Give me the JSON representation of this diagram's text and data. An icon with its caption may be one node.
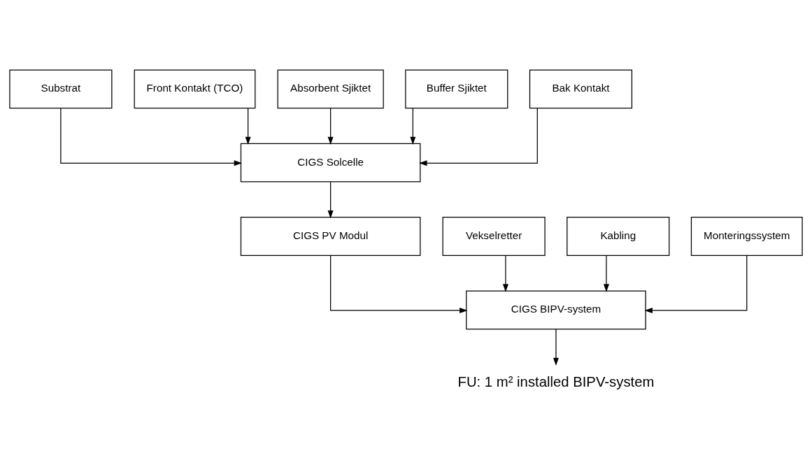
{
  "diagram": {
    "nodes": [
      {
        "text": [
          "Substrat"
        ]
      },
      {
        "text": [
          "Front Kontakt (TCO)"
        ]
      },
      {
        "text": [
          "Absorbent Sjiktet"
        ]
      },
      {
        "text": [
          "Buffer Sjiktet"
        ]
      },
      {
        "text": [
          "Bak Kontakt"
        ]
      },
      {
        "text": [
          "CIGS Solcelle"
        ]
      },
      {
        "text": [
          "CIGS PV Modul"
        ]
      },
      {
        "text": [
          "Vekselretter"
        ]
      },
      {
        "text": [
          "Kabling"
        ]
      },
      {
        "text": [
          "CIGS BIPV-system"
        ]
      },
      {
        "text": [
          "Monteringssystem"
        ]
      },
      {
        "text": [
          "FU: 1 m² installed BIPV-system"
        ]
      }
    ],
    "edges": [
      {
        "from": 0,
        "to": 5,
        "arrow": "to"
      },
      {
        "from": 1,
        "to": 5,
        "arrow": "to"
      },
      {
        "from": 2,
        "to": 5,
        "arrow": "to"
      },
      {
        "from": 3,
        "to": 5,
        "arrow": "to"
      },
      {
        "from": 4,
        "to": 5,
        "arrow": "to"
      },
      {
        "from": 5,
        "to": 6,
        "arrow": "to"
      },
      {
        "from": 6,
        "to": 9,
        "arrow": "to"
      },
      {
        "from": 7,
        "to": 9,
        "arrow": "to"
      },
      {
        "from": 8,
        "to": 9,
        "arrow": "to"
      },
      {
        "from": 10,
        "to": 9,
        "arrow": "to"
      },
      {
        "from": 9,
        "to": 11,
        "arrow": "to"
      }
    ]
  }
}
